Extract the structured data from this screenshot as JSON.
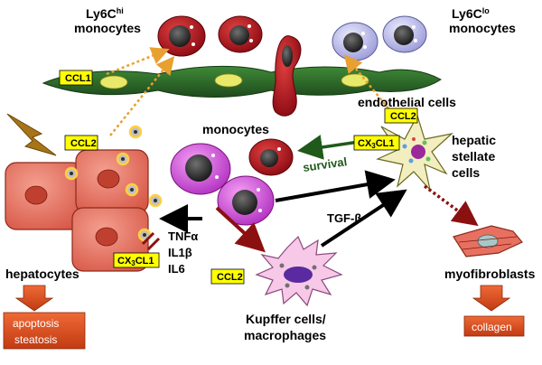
{
  "labels": {
    "ly6c_hi": "Ly6C",
    "ly6c_hi_sup": "hi",
    "ly6c_lo": "Ly6C",
    "ly6c_lo_sup": "lo",
    "monocytes_left": "monocytes",
    "monocytes_right": "monocytes",
    "endothelial": "endothelial cells",
    "monocytes_center": "monocytes",
    "hepatic": "hepatic",
    "stellate": "stellate",
    "cells": "cells",
    "survival": "survival",
    "tgfb": "TGF-β",
    "tnfa": "TNFα",
    "il1b": "IL1β",
    "il6": "IL6",
    "hepatocytes": "hepatocytes",
    "myofibroblasts": "myofibroblasts",
    "kupffer_line1": "Kupffer cells/",
    "kupffer_line2": "macrophages"
  },
  "tags": {
    "ccl1": "CCL1",
    "ccl2_left": "CCL2",
    "ccl2_right": "CCL2",
    "ccl2_bottom": "CCL2",
    "cx3cl1_right": "CX",
    "cx3cl1_right_sub": "3",
    "cx3cl1_right_tail": "CL1",
    "cx3cl1_left": "CX",
    "cx3cl1_left_sub": "3",
    "cx3cl1_left_tail": "CL1"
  },
  "outcomes": {
    "apoptosis": "apoptosis",
    "steatosis": "steatosis",
    "collagen": "collagen"
  },
  "colors": {
    "tag_fill": "#ffff00",
    "endothelium": "#2e6b2a",
    "nucleus_yellow": "#e8e86a",
    "red_cell": "#b0101a",
    "lo_cell": "#c8c8f0",
    "magenta_cell": "#e060e8",
    "hepatocyte": "#e87060",
    "stellate": "#f2eec0",
    "kupffer": "#f7c8e8",
    "outcome_fill": "#d84a1e",
    "dark_green_arrow": "#1f5a1a",
    "dark_red_arrow": "#8b1010",
    "orange_dotted": "#e8a030"
  }
}
